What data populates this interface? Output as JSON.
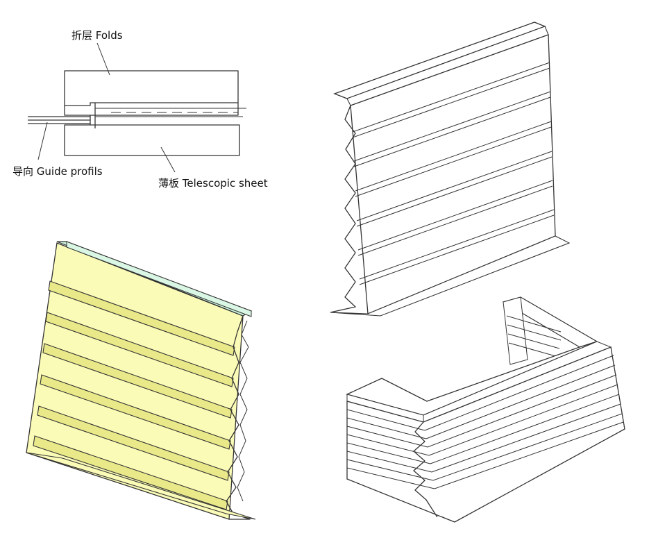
{
  "labels": {
    "folds": "折层 Folds",
    "guide_profiles": "导向 Guide profils",
    "telescopic_sheet": "薄板 Telescopic sheet"
  },
  "colors": {
    "pleat_fill": "#fbfbb8",
    "pleat_shade": "#e9e98a",
    "top_rim": "#c9f2d9",
    "line": "#333333",
    "white_fill": "#ffffff"
  }
}
